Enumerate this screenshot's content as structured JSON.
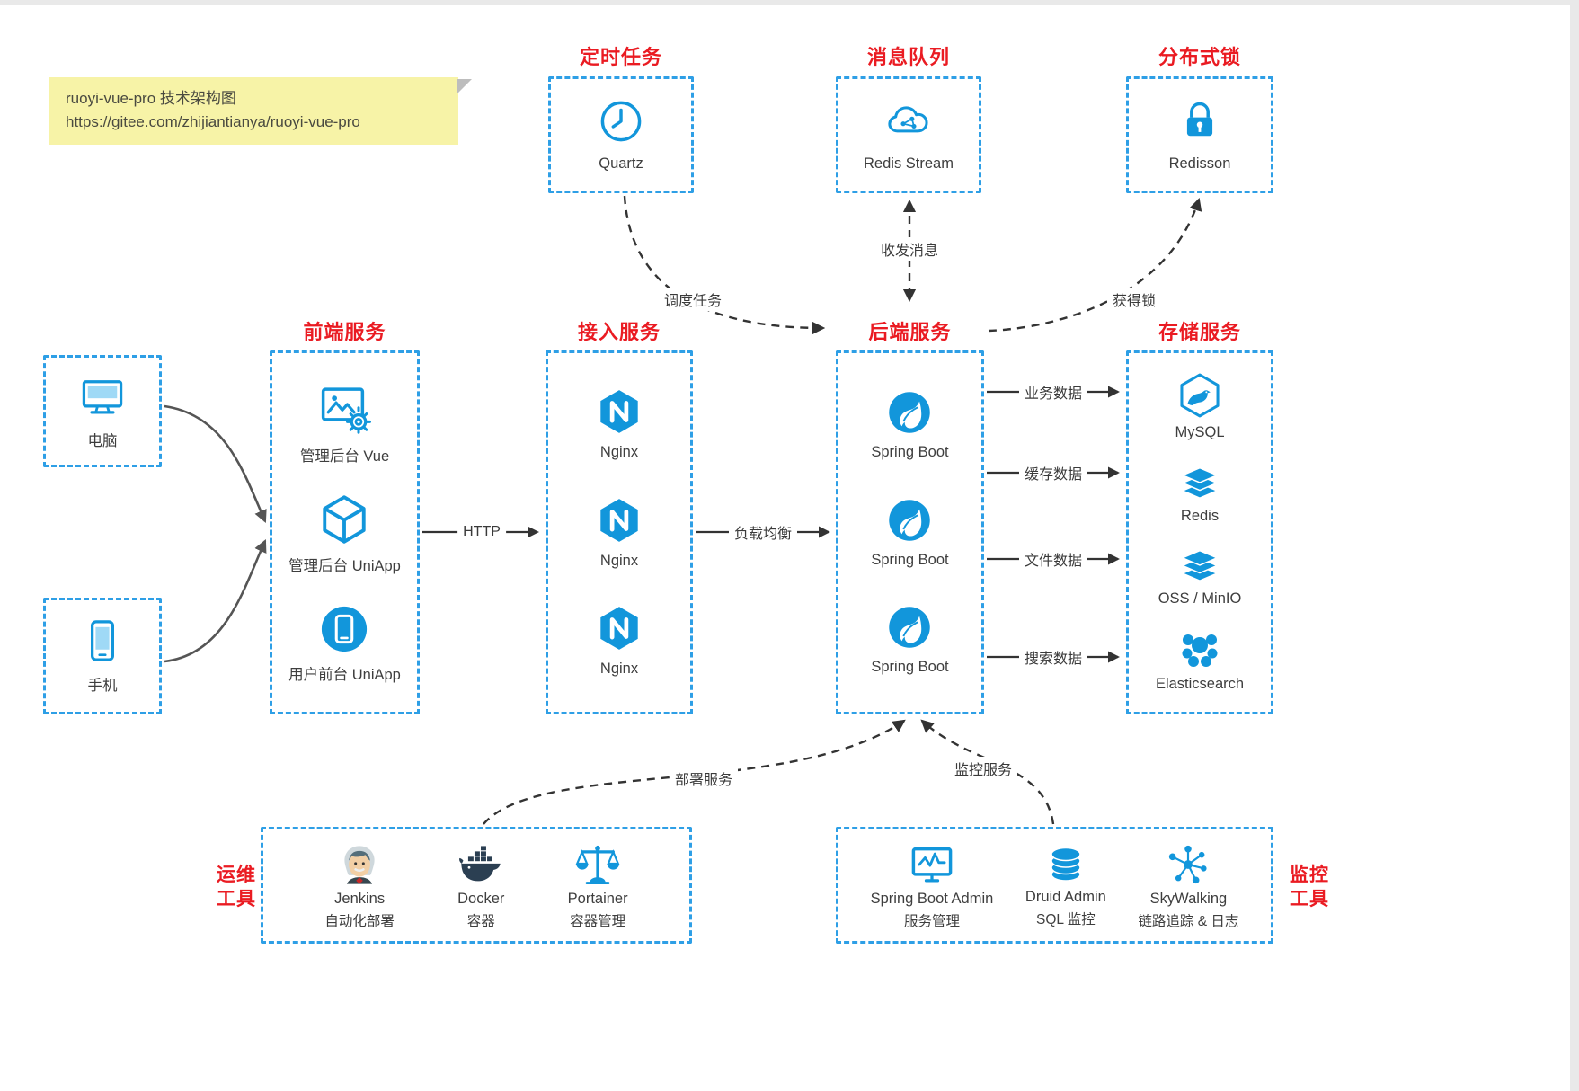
{
  "note": {
    "line1": "ruoyi-vue-pro 技术架构图",
    "line2": "https://gitee.com/zhijiantianya/ruoyi-vue-pro"
  },
  "top_groups": [
    {
      "title": "定时任务",
      "label": "Quartz",
      "icon": "clock-icon"
    },
    {
      "title": "消息队列",
      "label": "Redis Stream",
      "icon": "cloud-network-icon"
    },
    {
      "title": "分布式锁",
      "label": "Redisson",
      "icon": "lock-icon"
    }
  ],
  "clients": [
    {
      "label": "电脑",
      "icon": "desktop-icon"
    },
    {
      "label": "手机",
      "icon": "phone-icon"
    }
  ],
  "frontend": {
    "title": "前端服务",
    "items": [
      {
        "label": "管理后台 Vue",
        "icon": "admin-screen-gear-icon"
      },
      {
        "label": "管理后台 UniApp",
        "icon": "cube-wireframe-icon"
      },
      {
        "label": "用户前台 UniApp",
        "icon": "phone-circle-icon"
      }
    ]
  },
  "access": {
    "title": "接入服务",
    "items": [
      {
        "label": "Nginx",
        "icon": "nginx-hexagon-icon"
      },
      {
        "label": "Nginx",
        "icon": "nginx-hexagon-icon"
      },
      {
        "label": "Nginx",
        "icon": "nginx-hexagon-icon"
      }
    ]
  },
  "backend": {
    "title": "后端服务",
    "items": [
      {
        "label": "Spring Boot",
        "icon": "spring-leaf-icon"
      },
      {
        "label": "Spring Boot",
        "icon": "spring-leaf-icon"
      },
      {
        "label": "Spring Boot",
        "icon": "spring-leaf-icon"
      }
    ]
  },
  "storage": {
    "title": "存储服务",
    "items": [
      {
        "label": "MySQL",
        "icon": "mysql-dolphin-icon"
      },
      {
        "label": "Redis",
        "icon": "layer-stack-icon"
      },
      {
        "label": "OSS / MinIO",
        "icon": "layer-stack-icon"
      },
      {
        "label": "Elasticsearch",
        "icon": "cluster-blobs-icon"
      }
    ]
  },
  "edges": {
    "http": "HTTP",
    "load_balance": "负载均衡",
    "schedule": "调度任务",
    "messaging": "收发消息",
    "acquire_lock": "获得锁",
    "business_data": "业务数据",
    "cache_data": "缓存数据",
    "file_data": "文件数据",
    "search_data": "搜索数据",
    "deploy": "部署服务",
    "monitor": "监控服务"
  },
  "ops": {
    "side_label_line1": "运维",
    "side_label_line2": "工具",
    "items": [
      {
        "name": "Jenkins",
        "desc": "自动化部署",
        "icon": "jenkins-butler-icon"
      },
      {
        "name": "Docker",
        "desc": "容器",
        "icon": "docker-whale-icon"
      },
      {
        "name": "Portainer",
        "desc": "容器管理",
        "icon": "scales-icon"
      }
    ]
  },
  "monitoring": {
    "side_label_line1": "监控",
    "side_label_line2": "工具",
    "items": [
      {
        "name": "Spring Boot Admin",
        "desc": "服务管理",
        "icon": "monitor-chart-icon"
      },
      {
        "name": "Druid Admin",
        "desc": "SQL 监控",
        "icon": "database-discs-icon"
      },
      {
        "name": "SkyWalking",
        "desc": "链路追踪 & 日志",
        "icon": "network-nodes-icon"
      }
    ]
  },
  "colors": {
    "accent_blue": "#1296db",
    "border_blue": "#2e9fe6",
    "title_red": "#ea1b22",
    "note_yellow": "#f7f3a7",
    "arrow_dark": "#333333"
  }
}
